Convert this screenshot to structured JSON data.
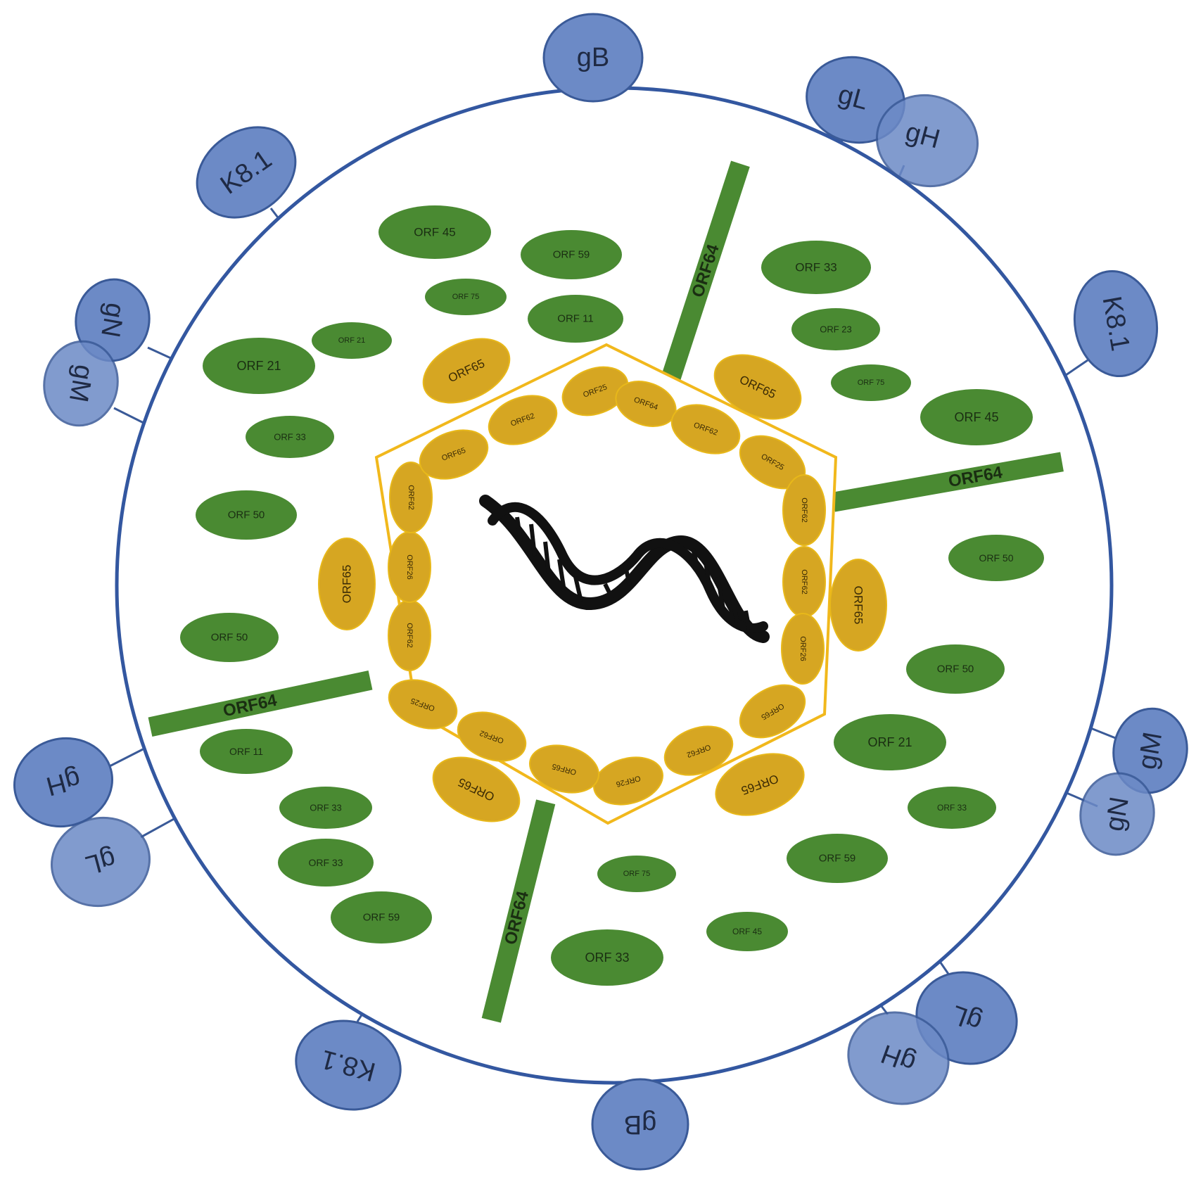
{
  "envelope_color": "#3357a0",
  "capsid_color": "#f1b81c",
  "glycoprotein_color": "#6c8ac6",
  "tegument_color": "#4a8a32",
  "capsid_protein_color": "#d6a622",
  "dna_icon": "dna-double-helix-icon",
  "glycoproteins": {
    "gB_top": "gB",
    "gB_bottom": "gB",
    "gL_top": "gL",
    "gH_top": "gH",
    "gL_bottom_left": "gL",
    "gH_bottom_left": "gH",
    "gL_bottom_right": "gL",
    "gH_bottom_right": "gH",
    "gM_left": "gM",
    "gN_left": "gN",
    "gM_right": "gM",
    "gN_right": "gN",
    "k81_top_left": "K8.1",
    "k81_right": "K8.1",
    "k81_bottom": "K8.1"
  },
  "tegument_bars": {
    "bar_top": "ORF64",
    "bar_right": "ORF64",
    "bar_left": "ORF64",
    "bar_bottom": "ORF64"
  },
  "tegument": {
    "t1": "ORF 45",
    "t2": "ORF 59",
    "t3": "ORF 75",
    "t4": "ORF 11",
    "t5": "ORF 21",
    "t6": "ORF 21",
    "t7": "ORF 33",
    "t8": "ORF 50",
    "t9": "ORF 50",
    "t10": "ORF 11",
    "t11": "ORF 33",
    "t12": "ORF 33",
    "t13": "ORF 59",
    "t14": "ORF 33",
    "t15": "ORF 23",
    "t16": "ORF 75",
    "t17": "ORF 45",
    "t18": "ORF 50",
    "t19": "ORF 50",
    "t20": "ORF 21",
    "t21": "ORF 33",
    "t22": "ORF 59",
    "t23": "ORF 75",
    "t24": "ORF 45",
    "t25": "ORF 33"
  },
  "capsid_outer": {
    "o1": "ORF65",
    "o2": "ORF65",
    "o3": "ORF65",
    "o4": "ORF65",
    "o5": "ORF65",
    "o6": "ORF65"
  },
  "capsid_inner": {
    "i1": "ORF25",
    "i2": "ORF64",
    "i3": "ORF62",
    "i4": "ORF25",
    "i5": "ORF62",
    "i6": "ORF62",
    "i7": "ORF26",
    "i8": "ORF65",
    "i9": "ORF62",
    "i10": "ORF26",
    "i11": "ORF65",
    "i12": "ORF62",
    "i13": "ORF25",
    "i14": "ORF62",
    "i15": "ORF26",
    "i16": "ORF62",
    "i17": "ORF65",
    "i18": "ORF62"
  }
}
